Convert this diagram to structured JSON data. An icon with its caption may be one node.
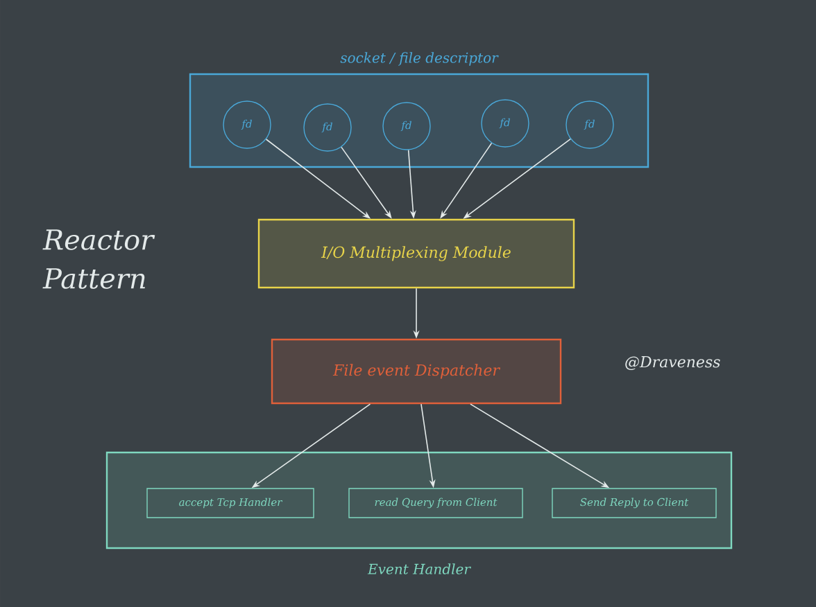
{
  "diagram": {
    "nodes": [
      {
        "text": [
          "socket / file descriptor"
        ]
      },
      {
        "text": [
          "fd"
        ],
        "in": 0
      },
      {
        "text": [
          "fd"
        ],
        "in": 0
      },
      {
        "text": [
          "fd"
        ],
        "in": 0
      },
      {
        "text": [
          "fd"
        ],
        "in": 0
      },
      {
        "text": [
          "fd"
        ],
        "in": 0
      },
      {
        "text": [
          "I/O Multiplexing Module"
        ]
      },
      {
        "text": [
          "File event Dispatcher"
        ]
      },
      {
        "text": [
          "Event Handler"
        ]
      },
      {
        "text": [
          "accept Tcp Handler"
        ],
        "in": 8
      },
      {
        "text": [
          "read Query from Client"
        ],
        "in": 8
      },
      {
        "text": [
          "Send Reply to Client"
        ],
        "in": 8
      }
    ],
    "edges": [
      {
        "from": 1,
        "to": 6,
        "arrow": "to"
      },
      {
        "from": 2,
        "to": 6,
        "arrow": "to"
      },
      {
        "from": 3,
        "to": 6,
        "arrow": "to"
      },
      {
        "from": 4,
        "to": 6,
        "arrow": "to"
      },
      {
        "from": 5,
        "to": 6,
        "arrow": "to"
      },
      {
        "from": 6,
        "to": 7,
        "arrow": "to"
      },
      {
        "from": 7,
        "to": 9,
        "arrow": "to"
      },
      {
        "from": 7,
        "to": 10,
        "arrow": "to"
      },
      {
        "from": 7,
        "to": 11,
        "arrow": "to"
      }
    ],
    "labels": [
      "Reactor Pattern",
      "@Draveness"
    ]
  }
}
